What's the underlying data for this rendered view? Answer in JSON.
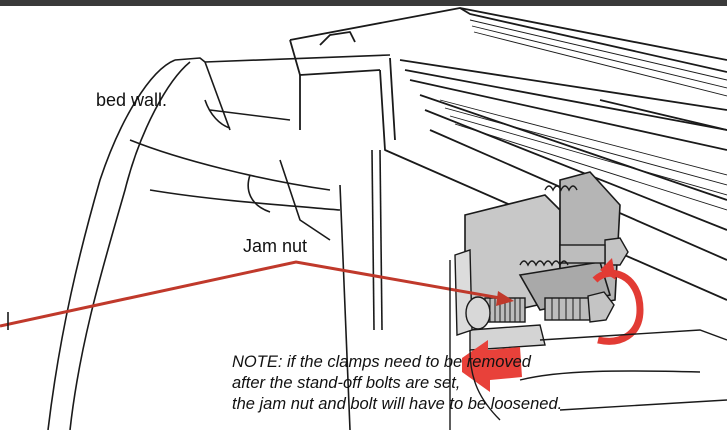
{
  "labels": {
    "bed_wall": "bed wall.",
    "jam_nut": "Jam nut"
  },
  "note": {
    "line1": "NOTE: if the clamps need to be removed",
    "line2": "after the stand-off bolts are set,",
    "line3": "the jam nut and bolt will have to be loosened."
  },
  "colors": {
    "leader_line": "#c0392b",
    "arrow_fill": "#e8413a",
    "rotation_arrow": "#e23b34",
    "clamp_fill": "#b8b8b8",
    "line_art": "#1a1a1a"
  }
}
